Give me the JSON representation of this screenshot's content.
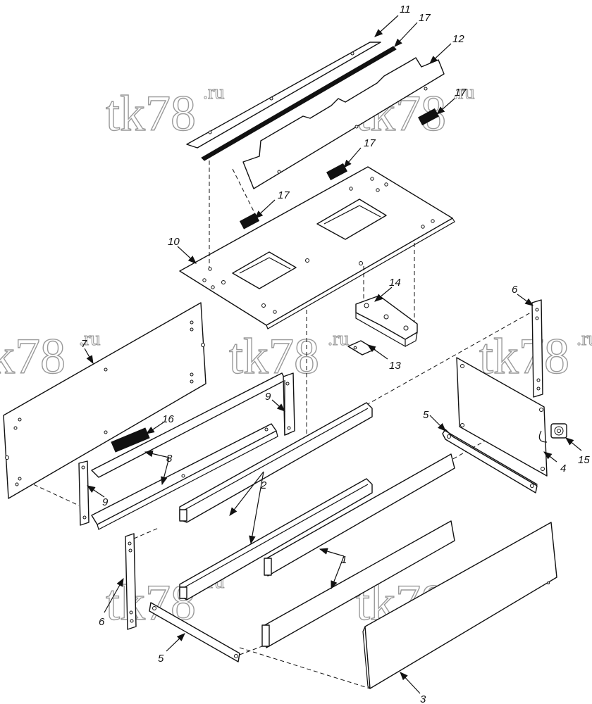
{
  "watermark": {
    "main": "tk78",
    "suffix": ".ru"
  },
  "callouts": {
    "p1": "1",
    "p2": "2",
    "p3": "3",
    "p4": "4",
    "p5a": "5",
    "p5b": "5",
    "p6a": "6",
    "p6b": "6",
    "p7": "7",
    "p8": "8",
    "p9a": "9",
    "p9b": "9",
    "p10": "10",
    "p11": "11",
    "p12": "12",
    "p13": "13",
    "p14": "14",
    "p15": "15",
    "p16": "16",
    "p17a": "17",
    "p17b": "17",
    "p17c": "17",
    "p17d": "17"
  }
}
